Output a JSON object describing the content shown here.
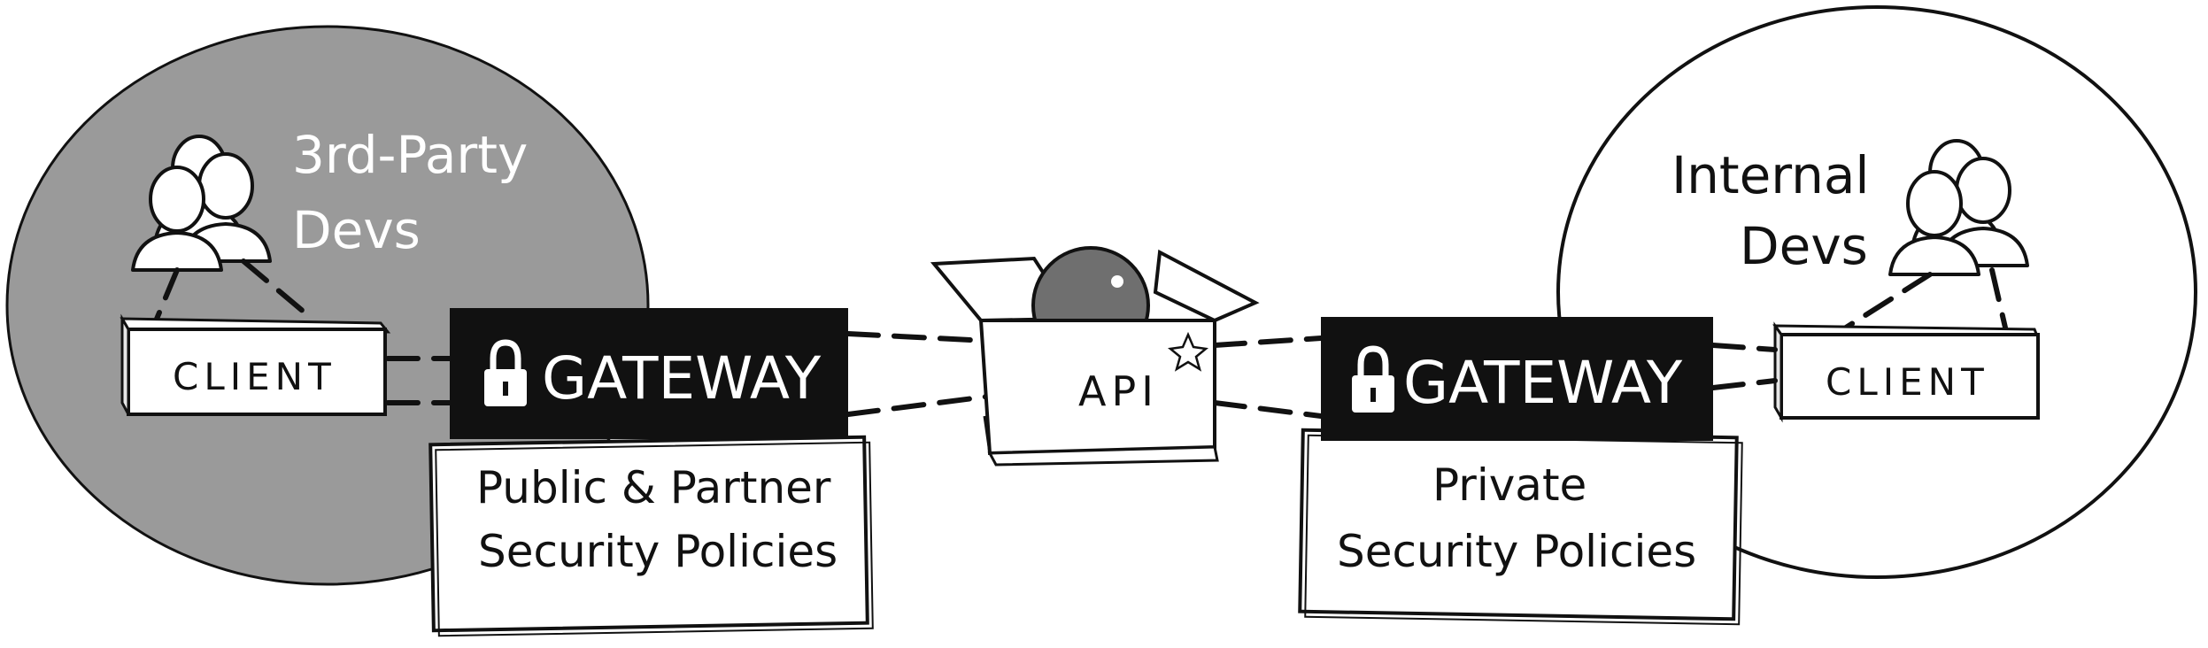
{
  "groups": {
    "third_party": {
      "line1": "3rd-Party",
      "line2": "Devs"
    },
    "internal": {
      "line1": "Internal",
      "line2": "Devs"
    }
  },
  "clients": {
    "left": "CLIENT",
    "right": "CLIENT"
  },
  "gateways": {
    "left": {
      "label": "GATEWAY",
      "policy_line1": "Public & Partner",
      "policy_line2": "Security Policies"
    },
    "right": {
      "label": "GATEWAY",
      "policy_line1": "Private",
      "policy_line2": "Security Policies"
    }
  },
  "api": {
    "label": "API"
  },
  "colors": {
    "third_party_fill": "#9a9a9a",
    "gateway_fill": "#111111",
    "internal_fill": "#ffffff",
    "ink": "#111111"
  },
  "icons": [
    "people-icon",
    "lock-icon",
    "api-box-icon",
    "sphere-icon",
    "star-icon"
  ]
}
